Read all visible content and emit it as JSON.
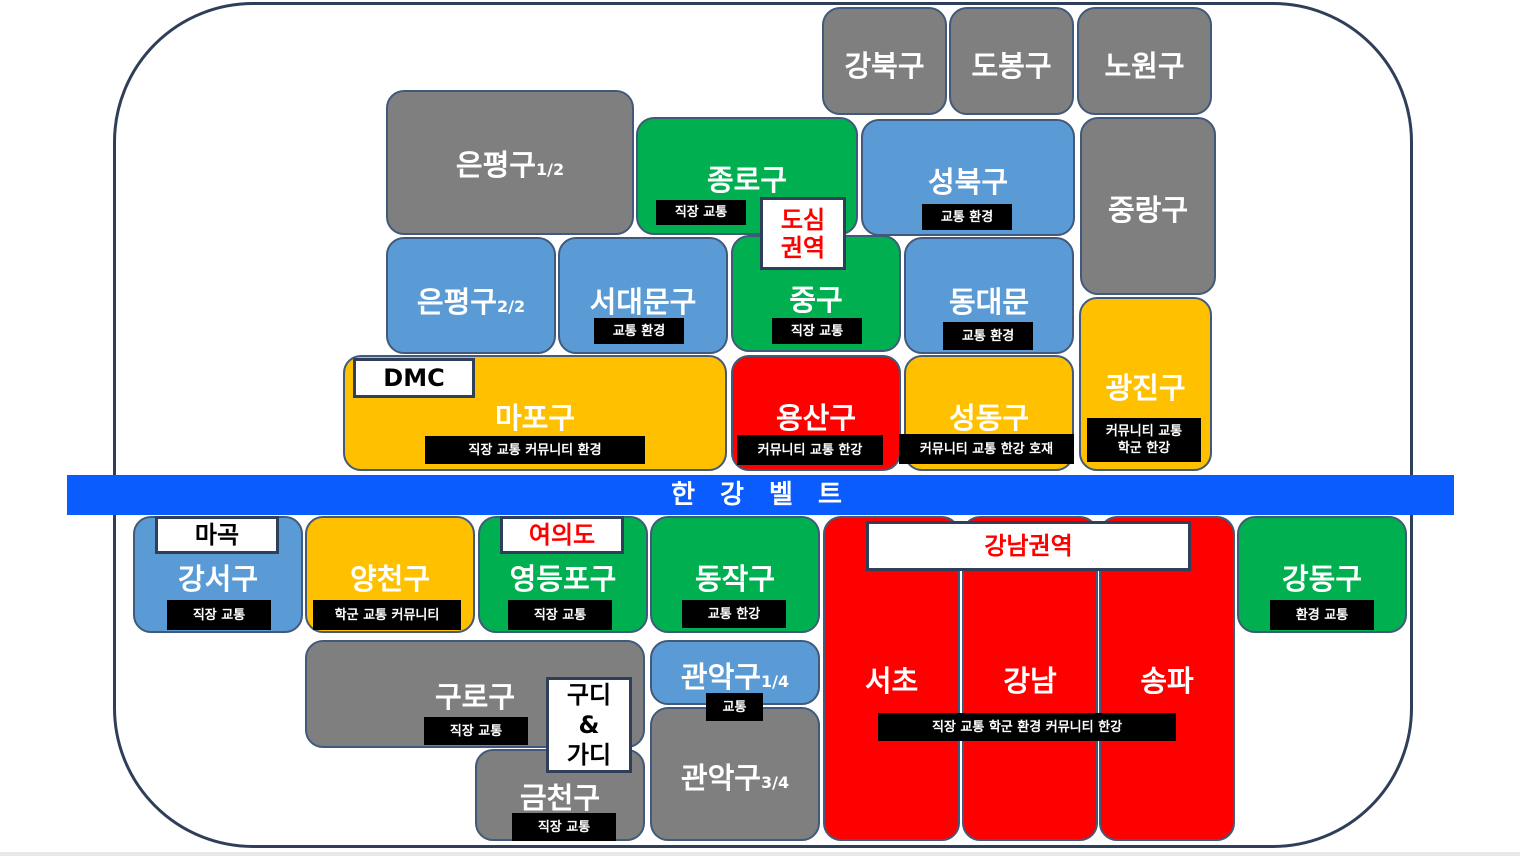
{
  "band_label": "한 강 벨 트",
  "districts": [
    {
      "id": "gangbuk",
      "name": "강북구",
      "color": "gray"
    },
    {
      "id": "dobong",
      "name": "도봉구",
      "color": "gray"
    },
    {
      "id": "nowon",
      "name": "노원구",
      "color": "gray"
    },
    {
      "id": "eunpyeong1",
      "name": "은평구",
      "suffix": "1/2",
      "color": "gray"
    },
    {
      "id": "jongno",
      "name": "종로구",
      "color": "green",
      "tags": "직장 교통"
    },
    {
      "id": "seongbuk",
      "name": "성북구",
      "color": "blue",
      "tags": "교통 환경"
    },
    {
      "id": "jungnang",
      "name": "중랑구",
      "color": "gray"
    },
    {
      "id": "eunpyeong2",
      "name": "은평구",
      "suffix": "2/2",
      "color": "blue"
    },
    {
      "id": "seodaemun",
      "name": "서대문구",
      "color": "blue",
      "tags": "교통 환경"
    },
    {
      "id": "junggu",
      "name": "중구",
      "color": "green",
      "tags": "직장 교통"
    },
    {
      "id": "dongdaemun",
      "name": "동대문",
      "color": "blue",
      "tags": "교통 환경"
    },
    {
      "id": "mapo",
      "name": "마포구",
      "color": "yellow",
      "tags": "직장 교통 커뮤니티 환경"
    },
    {
      "id": "yongsan",
      "name": "용산구",
      "color": "red",
      "tags": "커뮤니티 교통 한강"
    },
    {
      "id": "seongdong",
      "name": "성동구",
      "color": "yellow",
      "tags": "커뮤니티 교통 한강 호재"
    },
    {
      "id": "gwangjin",
      "name": "광진구",
      "color": "yellow",
      "tags": "커뮤니티 교통\n학군 한강"
    },
    {
      "id": "gangseo",
      "name": "강서구",
      "color": "blue",
      "tags": "직장 교통"
    },
    {
      "id": "yangcheon",
      "name": "양천구",
      "color": "yellow",
      "tags": "학군 교통 커뮤니티"
    },
    {
      "id": "yeongdeungpo",
      "name": "영등포구",
      "color": "green",
      "tags": "직장 교통"
    },
    {
      "id": "dongjak",
      "name": "동작구",
      "color": "green",
      "tags": "교통 한강"
    },
    {
      "id": "guro",
      "name": "구로구",
      "color": "gray",
      "tags": "직장 교통"
    },
    {
      "id": "geumcheon",
      "name": "금천구",
      "color": "gray",
      "tags": "직장 교통"
    },
    {
      "id": "gwanak1",
      "name": "관악구",
      "suffix": "1/4",
      "color": "blue",
      "tags": "교통"
    },
    {
      "id": "gwanak3",
      "name": "관악구",
      "suffix": "3/4",
      "color": "gray"
    },
    {
      "id": "seocho",
      "name": "서초",
      "color": "red"
    },
    {
      "id": "gangnam",
      "name": "강남",
      "color": "red"
    },
    {
      "id": "songpa",
      "name": "송파",
      "color": "red"
    },
    {
      "id": "gangdong",
      "name": "강동구",
      "color": "green",
      "tags": "환경 교통"
    }
  ],
  "area_labels": [
    {
      "id": "dosim",
      "text": "도심\n권역",
      "color": "#ff0000"
    },
    {
      "id": "dmc",
      "text": "DMC",
      "color": "#000000"
    },
    {
      "id": "magok",
      "text": "마곡",
      "color": "#000000"
    },
    {
      "id": "yeouido",
      "text": "여의도",
      "color": "#ff0000"
    },
    {
      "id": "gudi",
      "text": "구디\n&\n가디",
      "color": "#000000"
    },
    {
      "id": "gangnam-area",
      "text": "강남권역",
      "color": "#ff0000"
    }
  ],
  "gangnam_tags": "직장 교통 학군 환경 커뮤니티 한강"
}
